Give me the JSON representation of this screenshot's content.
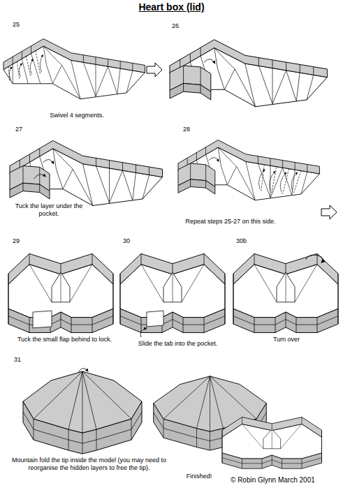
{
  "diagram": {
    "title": "Heart box (lid)",
    "labels": [
      "25",
      "26",
      "Swivel 4 segments.",
      "27",
      "28",
      "Tuck the layer under the pocket.",
      "Repeat steps 25-27 on this side.",
      "29",
      "30",
      "30b",
      "Tuck the small flap behind to lock.",
      "Slide the tab into the pocket.",
      "Turn over",
      "31",
      "Mountain fold the tip inside the model (you may need to reorganise the hidden layers to free the tip).",
      "Finished!",
      "© Robin Glynn March 2001"
    ]
  }
}
